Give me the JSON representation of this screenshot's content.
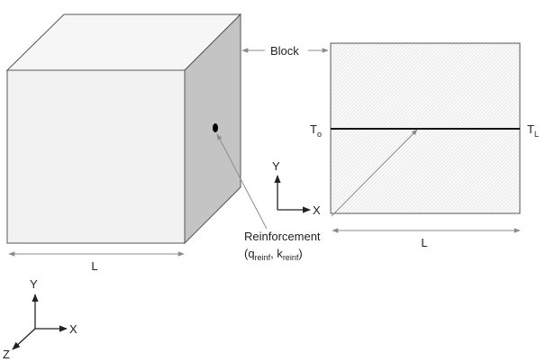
{
  "labels": {
    "block": "Block",
    "length_left": "L",
    "length_right": "L",
    "reinforcement_title": "Reinforcement",
    "reinforcement_open": "(q",
    "reinforcement_q_sub": "reinf",
    "reinforcement_sep": ", k",
    "reinforcement_k_sub": "reinf",
    "reinforcement_close": ")",
    "temp_left": "T",
    "temp_left_sub": "o",
    "temp_right": "T",
    "temp_right_sub": "L"
  },
  "axes": {
    "main": {
      "x": "X",
      "y": "Y",
      "z": "Z"
    },
    "section": {
      "x": "X",
      "y": "Y"
    }
  },
  "colors": {
    "cube_front": "#f2f2f2",
    "cube_top": "#f6f6f6",
    "cube_side": "#c4c4c4",
    "outline": "#555555",
    "arrow": "#8c8c8c",
    "rod": "#000000",
    "hatch": "#e4e4e4"
  }
}
